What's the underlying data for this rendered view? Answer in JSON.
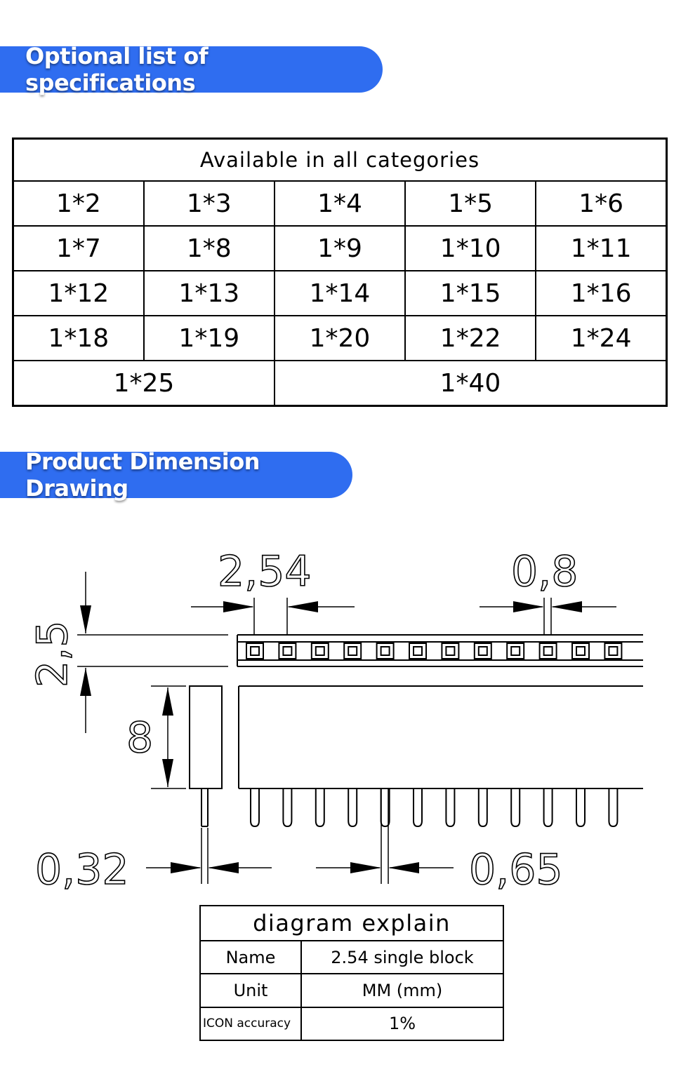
{
  "sections": {
    "spec_title": "Optional list of specifications",
    "drawing_title": "Product Dimension Drawing"
  },
  "spec_table": {
    "header": "Available in all categories",
    "rows": [
      [
        "1*2",
        "1*3",
        "1*4",
        "1*5",
        "1*6"
      ],
      [
        "1*7",
        "1*8",
        "1*9",
        "1*10",
        "1*11"
      ],
      [
        "1*12",
        "1*13",
        "1*14",
        "1*15",
        "1*16"
      ],
      [
        "1*18",
        "1*19",
        "1*20",
        "1*22",
        "1*24"
      ]
    ],
    "last_row": [
      "1*25",
      "1*40"
    ]
  },
  "drawing": {
    "pitch": "2,54",
    "hole_width": "0,8",
    "height": "2,5",
    "body_height": "8",
    "pin_width": "0,32",
    "pin_thickness": "0,65",
    "hole_count": 12,
    "pin_count": 12
  },
  "explain": {
    "title": "diagram explain",
    "rows": [
      {
        "label": "Name",
        "value": "2.54 single block"
      },
      {
        "label": "Unit",
        "value": "MM (mm)"
      },
      {
        "label": "ICON accuracy",
        "value": "1%"
      }
    ]
  }
}
